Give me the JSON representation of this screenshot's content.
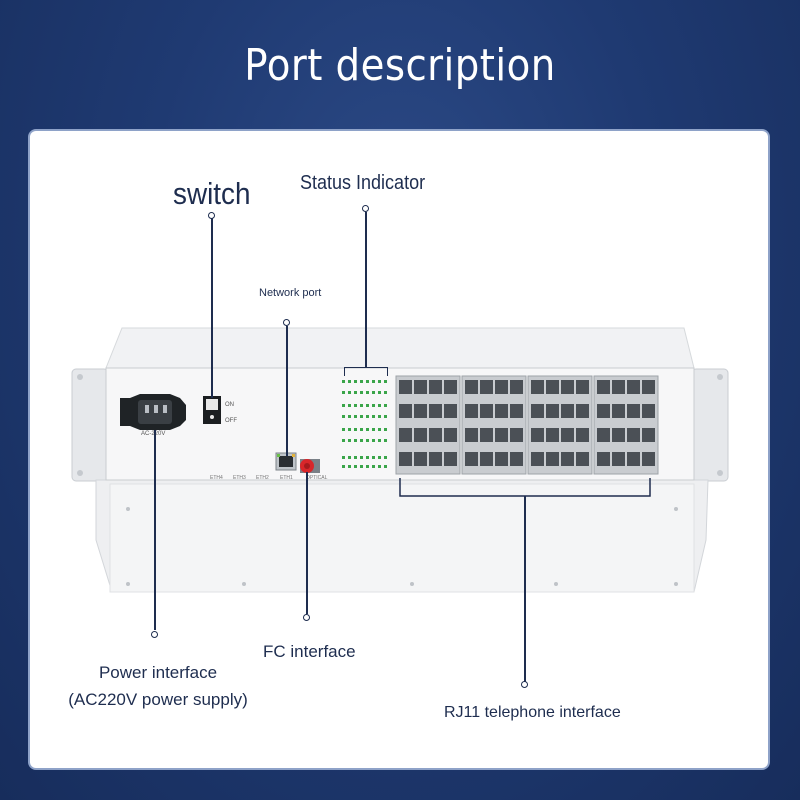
{
  "title": "Port description",
  "callouts": {
    "switch": "switch",
    "status_indicator": "Status Indicator",
    "network_port": "Network port",
    "power_interface": "Power interface",
    "power_supply": "(AC220V power supply)",
    "fc_interface": "FC interface",
    "rj11_interface": "RJ11 telephone interface"
  },
  "device": {
    "switch_on": "ON",
    "switch_off": "OFF",
    "power_label": "AC-220V",
    "port_labels": [
      "ETH4",
      "ETH3",
      "ETH2",
      "ETH1",
      "OPTICAL"
    ]
  },
  "colors": {
    "background": "#1f3a72",
    "panel": "#ffffff",
    "callout_text": "#1e2d4f",
    "fc_connector": "#d8262a",
    "status_led": "#3aa54a"
  }
}
